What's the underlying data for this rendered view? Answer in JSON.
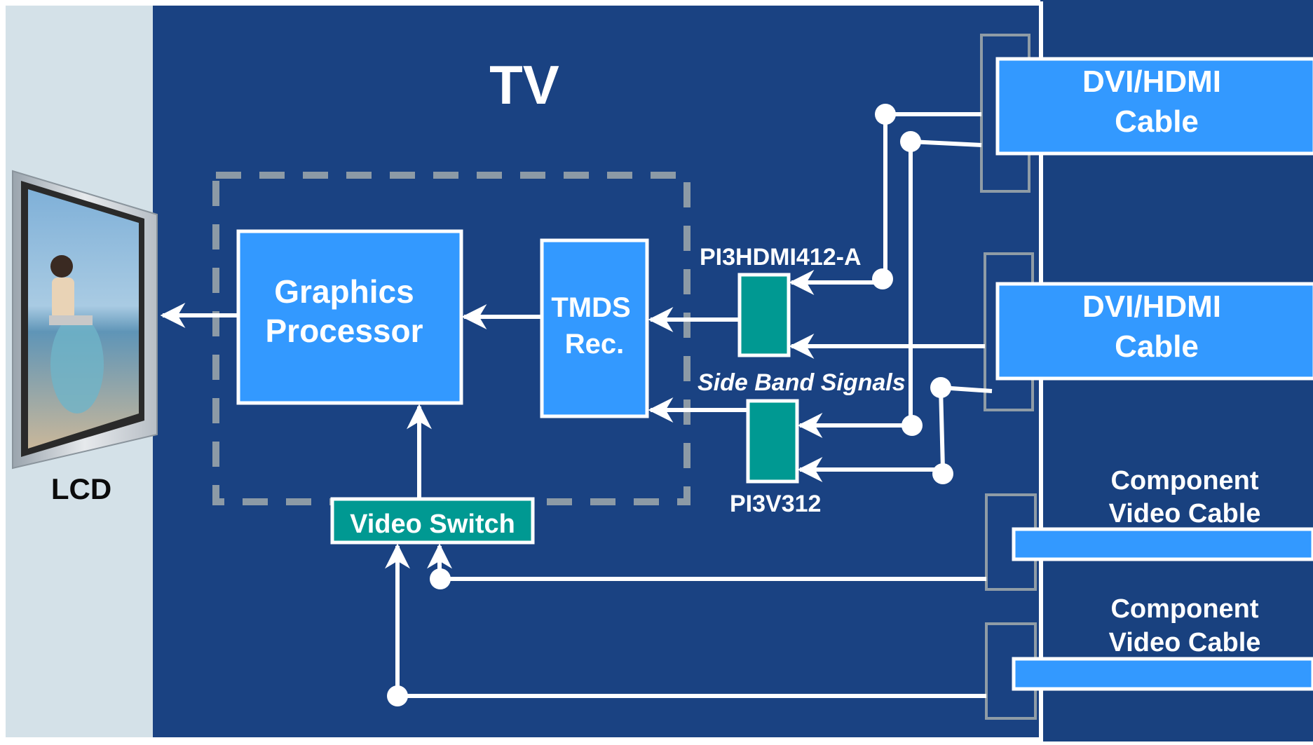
{
  "diagram": {
    "title": "TV",
    "lcd_label": "LCD",
    "blocks": {
      "graphics_processor": [
        "Graphics",
        "Processor"
      ],
      "tmds_receiver": [
        "TMDS",
        "Rec."
      ],
      "video_switch": "Video Switch"
    },
    "chip_labels": {
      "hdmi_switch": "PI3HDMI412-A",
      "sideband_switch": "PI3V312"
    },
    "sideband_label": "Side Band Signals",
    "connectors": {
      "dvi_hdmi_1": [
        "DVI/HDMI",
        "Cable"
      ],
      "dvi_hdmi_2": [
        "DVI/HDMI",
        "Cable"
      ],
      "component_1": [
        "Component",
        "Video Cable"
      ],
      "component_2": [
        "Component",
        "Video Cable"
      ]
    },
    "colors": {
      "tv_background": "#1a4282",
      "right_background": "#19417f",
      "lcd_panel": "#d4e1e8",
      "block_blue": "#3399ff",
      "chip_teal": "#009992",
      "dashed_outline": "#8c9aa6",
      "port_gray": "#8f9ca6",
      "line_white": "#ffffff"
    }
  }
}
